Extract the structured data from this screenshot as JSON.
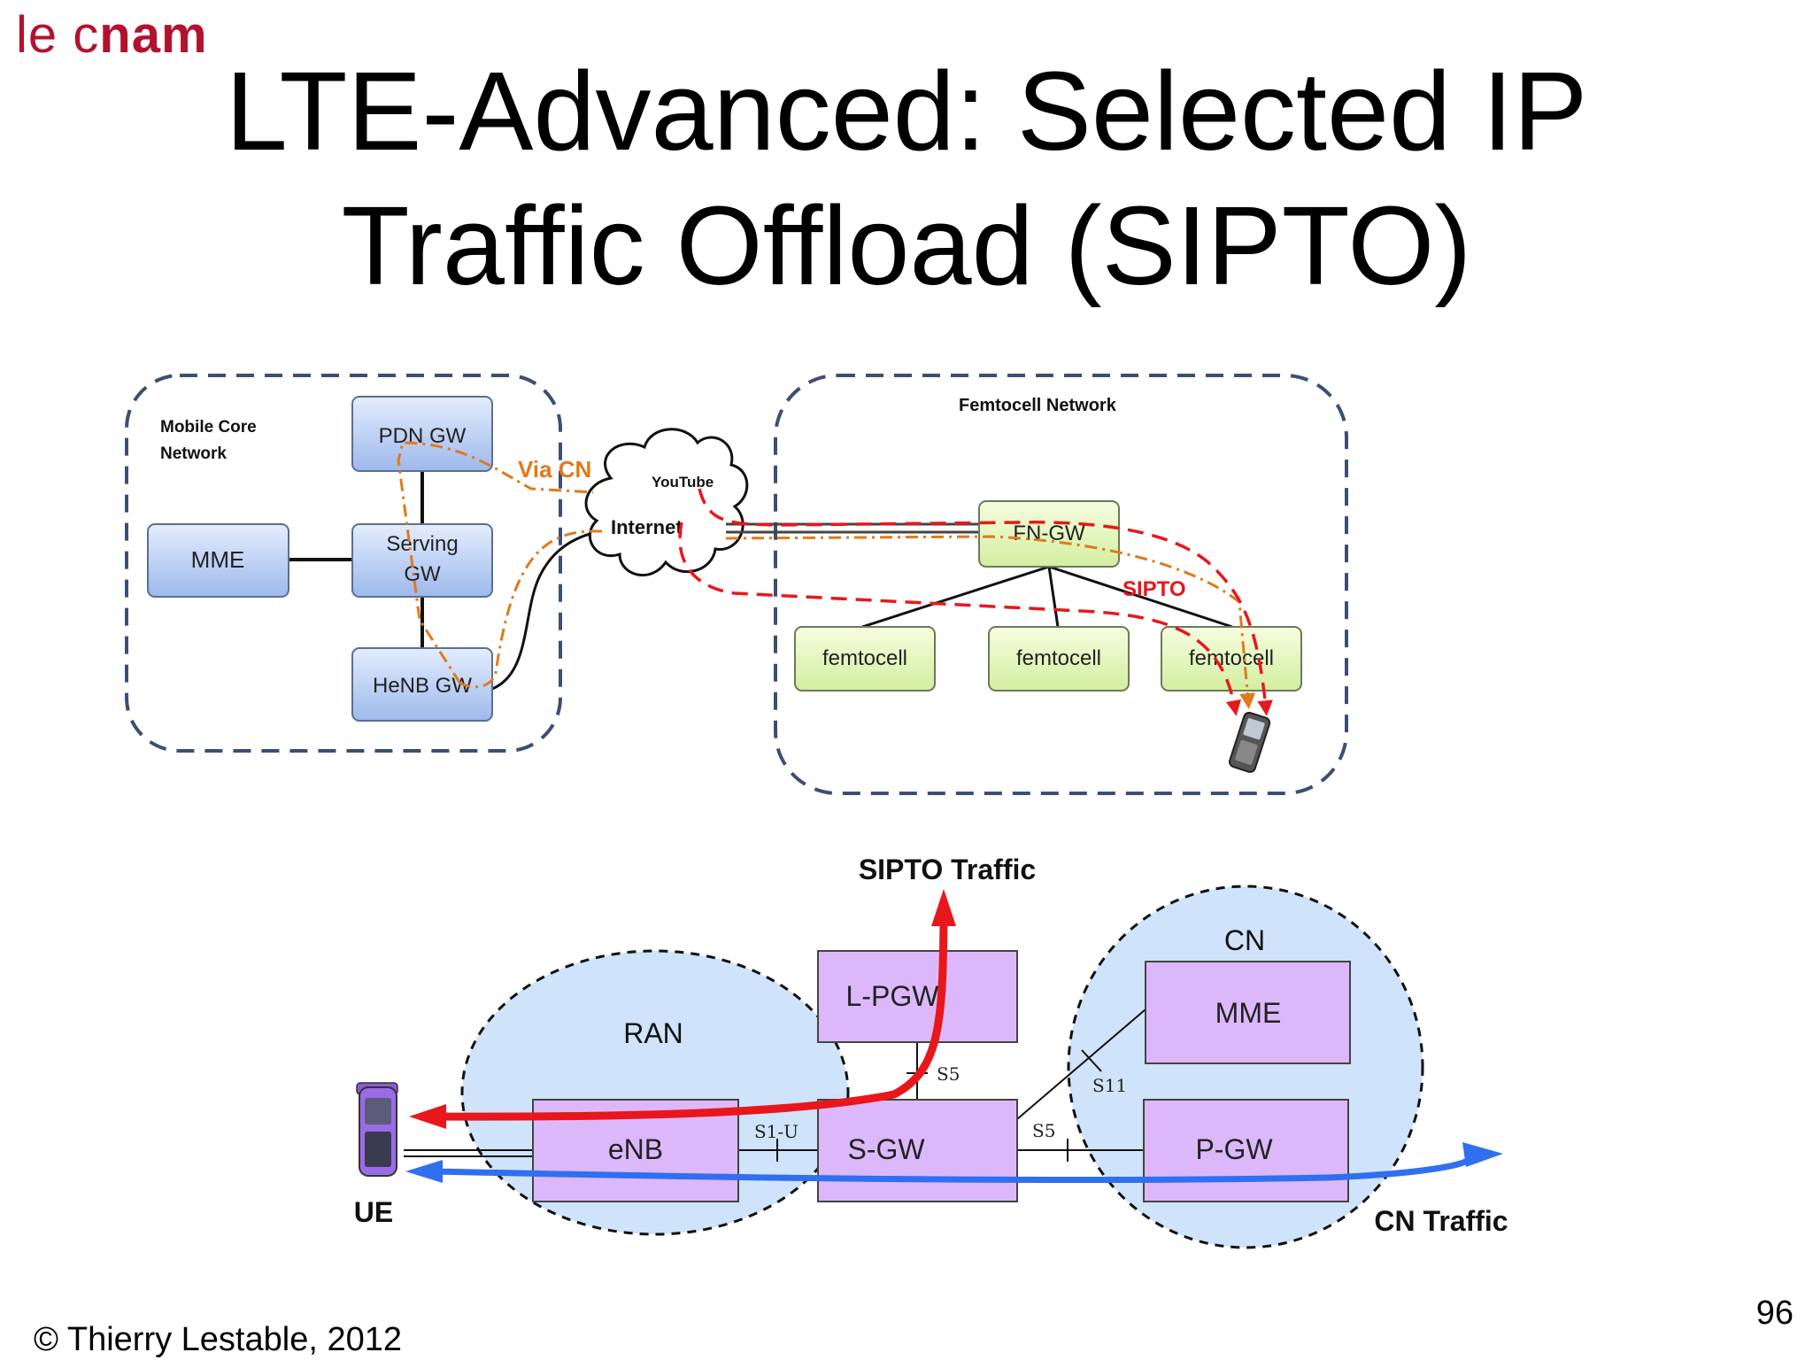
{
  "logo": {
    "light": "le c",
    "bold": "nam"
  },
  "title": {
    "line1": "LTE-Advanced: Selected IP",
    "line2": "Traffic Offload (SIPTO)"
  },
  "top_diagram": {
    "mobile_core_label_1": "Mobile Core",
    "mobile_core_label_2": "Network",
    "femtocell_network_label": "Femtocell Network",
    "pdn_gw": "PDN GW",
    "serving_gw_1": "Serving",
    "serving_gw_2": "GW",
    "mme": "MME",
    "henb_gw": "HeNB GW",
    "via_cn": "Via CN",
    "youtube": "YouTube",
    "internet": "Internet",
    "fn_gw": "FN-GW",
    "sipto": "SIPTO",
    "femtocell_1": "femtocell",
    "femtocell_2": "femtocell",
    "femtocell_3": "femtocell"
  },
  "bottom_diagram": {
    "sipto_traffic": "SIPTO Traffic",
    "cn": "CN",
    "ran": "RAN",
    "l_pgw": "L-PGW",
    "mme": "MME",
    "enb": "eNB",
    "s_gw": "S-GW",
    "p_gw": "P-GW",
    "s1u": "S1-U",
    "s5_top": "S5",
    "s5_right": "S5",
    "s11": "S11",
    "ue": "UE",
    "cn_traffic": "CN Traffic"
  },
  "footer": {
    "copyright": "© Thierry Lestable, 2012",
    "page_number": "96"
  },
  "colors": {
    "logo": "#b3122e",
    "red_flow": "#e8171b",
    "blue_flow": "#2f6ff0",
    "orange_flow": "#e07a1a",
    "box_blue": "#bcd0f5",
    "box_green": "#e4f7b5",
    "box_purple": "#dcb8fa",
    "cloud_fill": "#cfe3fb"
  }
}
